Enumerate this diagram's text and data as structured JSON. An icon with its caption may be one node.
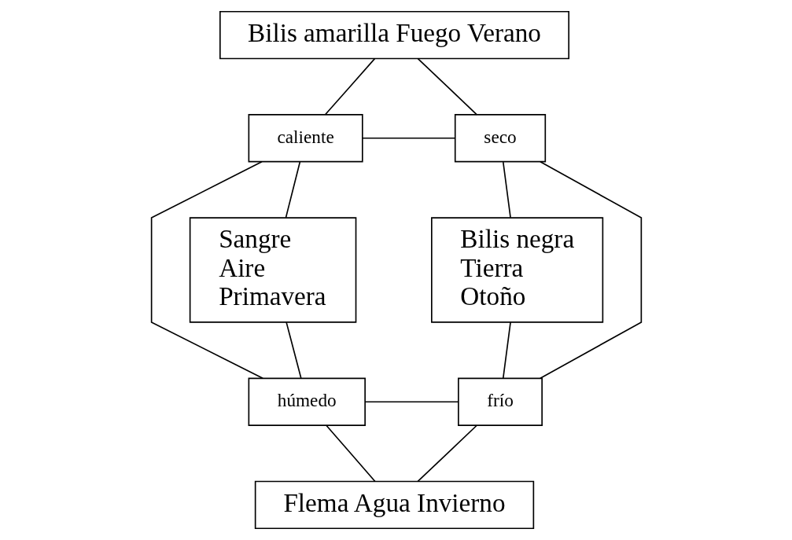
{
  "diagram": {
    "nodes": [
      {
        "text": [
          "Bilis amarilla Fuego Verano"
        ]
      },
      {
        "text": [
          "caliente"
        ]
      },
      {
        "text": [
          "seco"
        ]
      },
      {
        "text": [
          "Sangre",
          "Aire",
          "Primavera"
        ]
      },
      {
        "text": [
          "Bilis negra",
          "Tierra",
          "Otoño"
        ]
      },
      {
        "text": [
          "húmedo"
        ]
      },
      {
        "text": [
          "frío"
        ]
      },
      {
        "text": [
          "Flema Agua Invierno"
        ]
      }
    ],
    "edges": [
      {
        "from": 0,
        "to": 1,
        "arrow": "none"
      },
      {
        "from": 0,
        "to": 2,
        "arrow": "none"
      },
      {
        "from": 1,
        "to": 2,
        "arrow": "none"
      },
      {
        "from": 3,
        "to": 1,
        "arrow": "none"
      },
      {
        "from": 2,
        "to": 4,
        "arrow": "none"
      },
      {
        "from": 1,
        "to": 5,
        "arrow": "none"
      },
      {
        "from": 2,
        "to": 6,
        "arrow": "none"
      },
      {
        "from": 3,
        "to": 5,
        "arrow": "none"
      },
      {
        "from": 4,
        "to": 6,
        "arrow": "none"
      },
      {
        "from": 5,
        "to": 6,
        "arrow": "none"
      },
      {
        "from": 5,
        "to": 7,
        "arrow": "none"
      },
      {
        "from": 6,
        "to": 7,
        "arrow": "none"
      }
    ]
  }
}
